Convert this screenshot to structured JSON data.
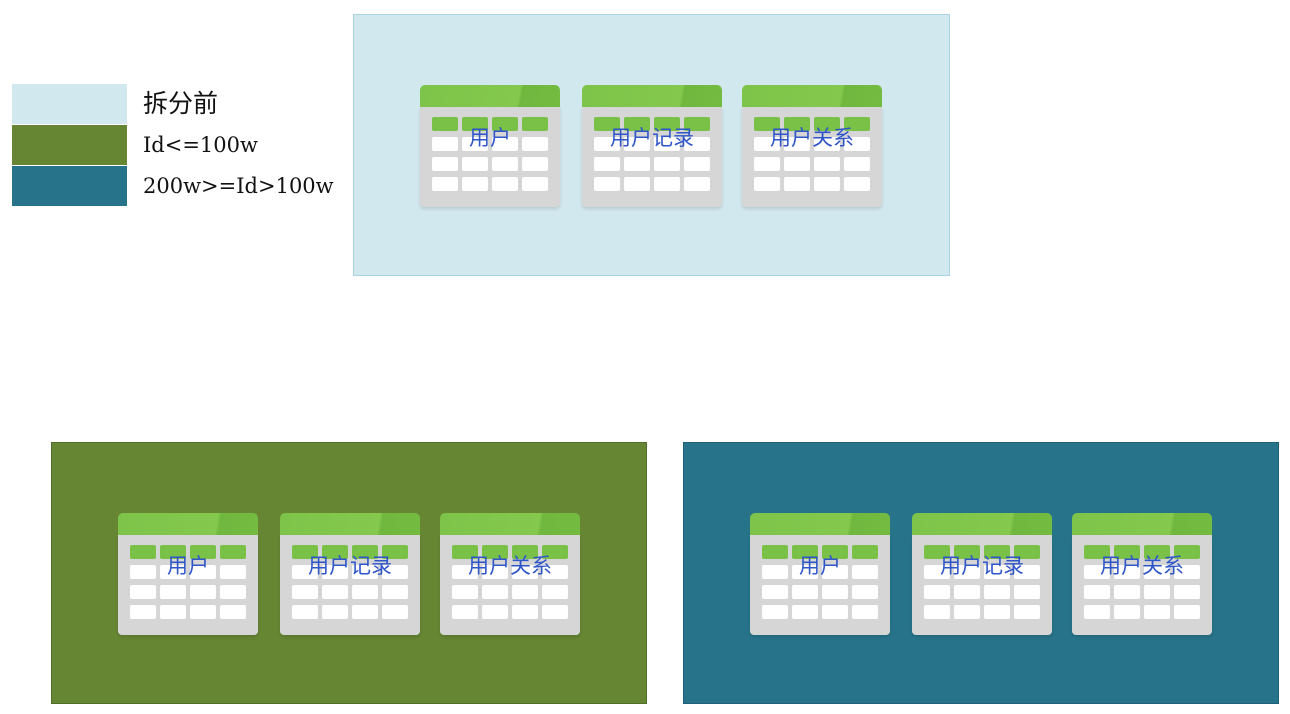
{
  "colors": {
    "before_split": "#d1e8ee",
    "shard_a": "#668634",
    "shard_b": "#27748a",
    "table_header": "#7dc44a",
    "table_body": "#d6d6d6",
    "table_name_text": "#2f55c8"
  },
  "legend": [
    {
      "label": "拆分前",
      "color": "#d1e8ee"
    },
    {
      "label": "Id<=100w",
      "color": "#668634"
    },
    {
      "label": "200w>=Id>100w",
      "color": "#27748a"
    }
  ],
  "panels": [
    {
      "id": "before",
      "color": "#d1e8ee",
      "tables": [
        {
          "name": "用户",
          "icon": "table-icon"
        },
        {
          "name": "用户记录",
          "icon": "table-icon"
        },
        {
          "name": "用户关系",
          "icon": "table-icon"
        }
      ]
    },
    {
      "id": "shard-a",
      "color": "#668634",
      "tables": [
        {
          "name": "用户",
          "icon": "table-icon"
        },
        {
          "name": "用户记录",
          "icon": "table-icon"
        },
        {
          "name": "用户关系",
          "icon": "table-icon"
        }
      ]
    },
    {
      "id": "shard-b",
      "color": "#27748a",
      "tables": [
        {
          "name": "用户",
          "icon": "table-icon"
        },
        {
          "name": "用户记录",
          "icon": "table-icon"
        },
        {
          "name": "用户关系",
          "icon": "table-icon"
        }
      ]
    }
  ]
}
